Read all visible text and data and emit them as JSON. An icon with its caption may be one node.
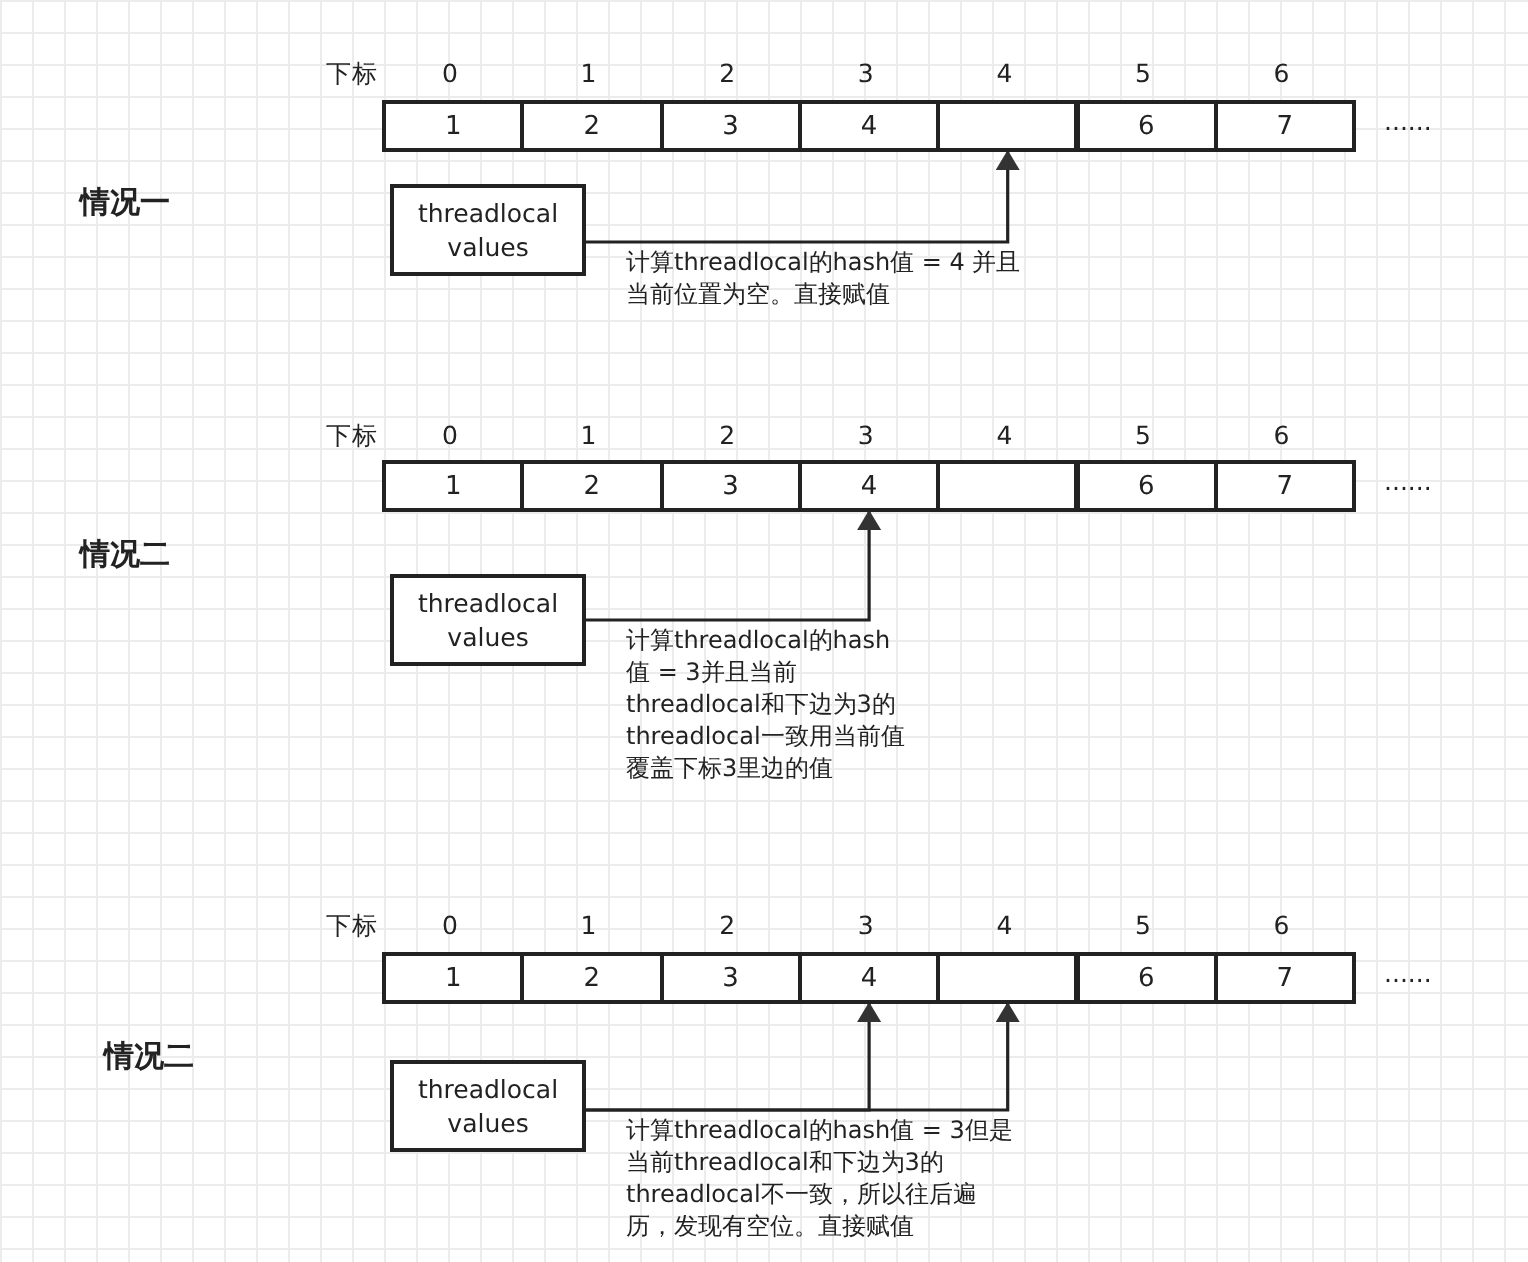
{
  "diagram": {
    "nodes": [
      {
        "text": [
          "1"
        ]
      },
      {
        "text": [
          "2"
        ]
      },
      {
        "text": [
          "3"
        ]
      },
      {
        "text": [
          "4"
        ]
      },
      {
        "text": [],
        "shape": "box"
      },
      {
        "text": [
          "6"
        ]
      },
      {
        "text": [
          "7"
        ]
      },
      {
        "text": [
          "threadlocal values"
        ]
      },
      {
        "text": [
          "1"
        ]
      },
      {
        "text": [
          "2"
        ]
      },
      {
        "text": [
          "3"
        ]
      },
      {
        "text": [
          "4"
        ]
      },
      {
        "text": [],
        "shape": "box"
      },
      {
        "text": [
          "6"
        ]
      },
      {
        "text": [
          "7"
        ]
      },
      {
        "text": [
          "threadlocal values"
        ]
      },
      {
        "text": [
          "1"
        ]
      },
      {
        "text": [
          "2"
        ]
      },
      {
        "text": [
          "3"
        ]
      },
      {
        "text": [
          "4"
        ]
      },
      {
        "text": [],
        "shape": "box"
      },
      {
        "text": [
          "6"
        ]
      },
      {
        "text": [
          "7"
        ]
      },
      {
        "text": [
          "threadlocal values"
        ]
      }
    ],
    "edges": [
      {
        "from": 7,
        "to": 4,
        "arrow": "to",
        "label": "计算threadlocal的hash值 = 4 并且当前位置为空。直接赋值"
      },
      {
        "from": 15,
        "to": 11,
        "arrow": "to",
        "label": "计算threadlocal的hash值 = 3并且当前threadlocal和下边为3的threadlocal一致用当前值覆盖下标3里边的值"
      },
      {
        "from": 23,
        "to": 19,
        "arrow": "to",
        "label": "计算threadlocal的hash值 = 3但是当前threadlocal和下边为3的threadlocal不一致，所以往后遍历，发现有空位。直接赋值"
      },
      {
        "from": 23,
        "to": 20,
        "arrow": "to"
      }
    ],
    "labels": [
      "下标",
      "0",
      "1",
      "2",
      "3",
      "4",
      "5",
      "6",
      "......",
      "情况一",
      "下标",
      "0",
      "1",
      "2",
      "3",
      "4",
      "5",
      "6",
      "......",
      "情况二",
      "下标",
      "0",
      "1",
      "2",
      "3",
      "4",
      "5",
      "6",
      "......",
      "情况二"
    ]
  }
}
